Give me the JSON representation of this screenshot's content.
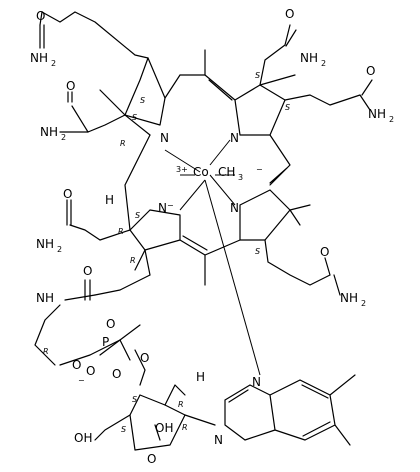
{
  "molecule": {
    "atoms": {
      "co": "Co",
      "co_charge": "3+",
      "methyl": "CH",
      "methyl_sub": "3",
      "methyl_charge": "−",
      "n": "N",
      "n_minus": "N",
      "n_minus_charge": "−",
      "o": "O",
      "oh": "OH",
      "ho": "OH",
      "h": "H",
      "nh2": "NH",
      "nh2_sub": "2",
      "p": "P",
      "o_minus_charge": "−",
      "nh": "NH"
    },
    "stereo": {
      "s": "S",
      "r": "R"
    }
  }
}
